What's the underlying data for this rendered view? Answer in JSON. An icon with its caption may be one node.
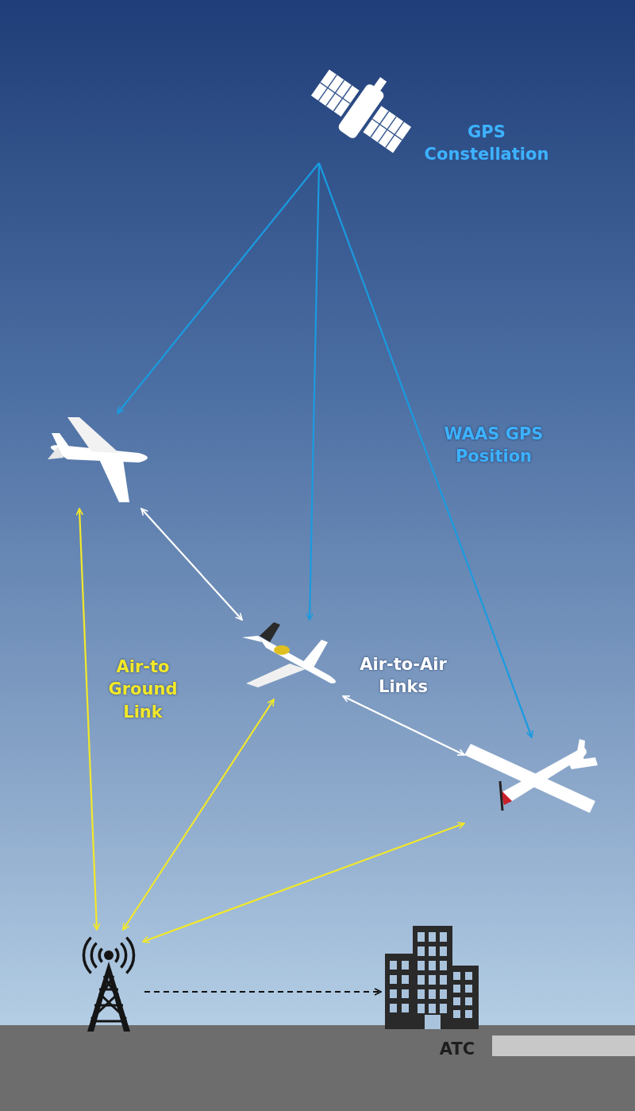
{
  "diagram": {
    "nodes": [
      {
        "text": [],
        "shape": "picture",
        "beside": [
          "GPS Constellation"
        ]
      },
      {
        "text": [],
        "shape": "picture"
      },
      {
        "text": [],
        "shape": "picture"
      },
      {
        "text": [],
        "shape": "picture"
      },
      {
        "text": [],
        "shape": "picture"
      },
      {
        "text": [],
        "shape": "picture",
        "beside": [
          "ATC"
        ]
      }
    ],
    "edges": [
      {
        "from": 0,
        "to": 1,
        "arrow": "to",
        "color": "#1a9be0"
      },
      {
        "from": 0,
        "to": 2,
        "arrow": "to",
        "color": "#1a9be0"
      },
      {
        "from": 0,
        "to": 3,
        "arrow": "to",
        "color": "#1a9be0",
        "label": "WAAS GPS Position"
      },
      {
        "from": 1,
        "to": 2,
        "arrow": "both",
        "color": "#ffffff"
      },
      {
        "from": 2,
        "to": 3,
        "arrow": "both",
        "color": "#ffffff",
        "label": "Air-to-Air Links"
      },
      {
        "from": 1,
        "to": 4,
        "arrow": "both",
        "color": "#f2e82a",
        "label": "Air-to Ground Link"
      },
      {
        "from": 2,
        "to": 4,
        "arrow": "both",
        "color": "#f2e82a"
      },
      {
        "from": 3,
        "to": 4,
        "arrow": "both",
        "color": "#f2e82a"
      },
      {
        "from": 4,
        "to": 5,
        "arrow": "to",
        "style": "dashed",
        "color": "#111111"
      }
    ]
  }
}
